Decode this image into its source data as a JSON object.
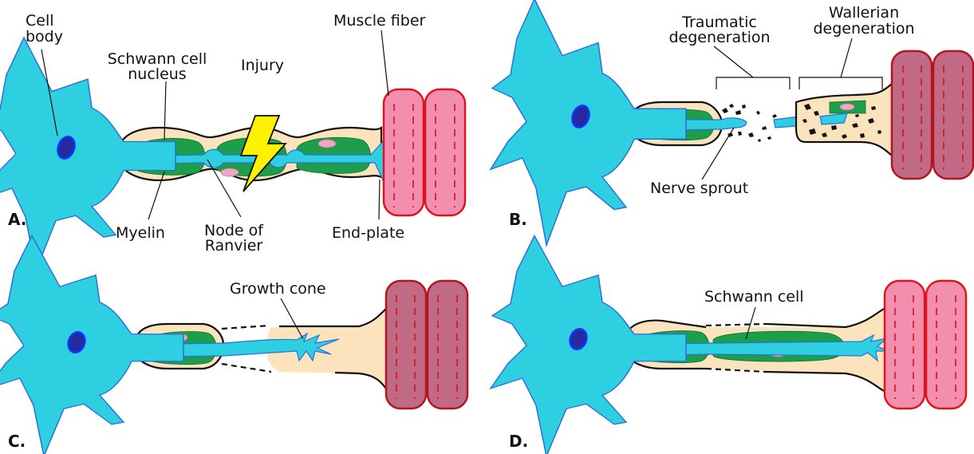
{
  "panels": {
    "a": {
      "letter": "A.",
      "cell_body_line1": "Cell",
      "cell_body_line2": "body",
      "schwann_nucleus_line1": "Schwann cell",
      "schwann_nucleus_line2": "nucleus",
      "injury": "Injury",
      "muscle_fiber": "Muscle fiber",
      "myelin": "Myelin",
      "node_line1": "Node of",
      "node_line2": "Ranvier",
      "end_plate": "End-plate"
    },
    "b": {
      "letter": "B.",
      "traumatic_line1": "Traumatic",
      "traumatic_line2": "degeneration",
      "wallerian_line1": "Wallerian",
      "wallerian_line2": "degeneration",
      "nerve_sprout": "Nerve sprout"
    },
    "c": {
      "letter": "C.",
      "growth_cone": "Growth cone"
    },
    "d": {
      "letter": "D.",
      "schwann_cell": "Schwann cell"
    }
  },
  "colors": {
    "neuron": "#2ecfe0",
    "neuron_nucleus": "#262a9e",
    "myelin": "#1c9e4a",
    "schwann_nucleus": "#f0a6c7",
    "sheath": "#fbe4bd",
    "muscle_healthy": "#f28fae",
    "muscle_atrophied": "#c06a86",
    "injury_bolt": "#fff200"
  }
}
